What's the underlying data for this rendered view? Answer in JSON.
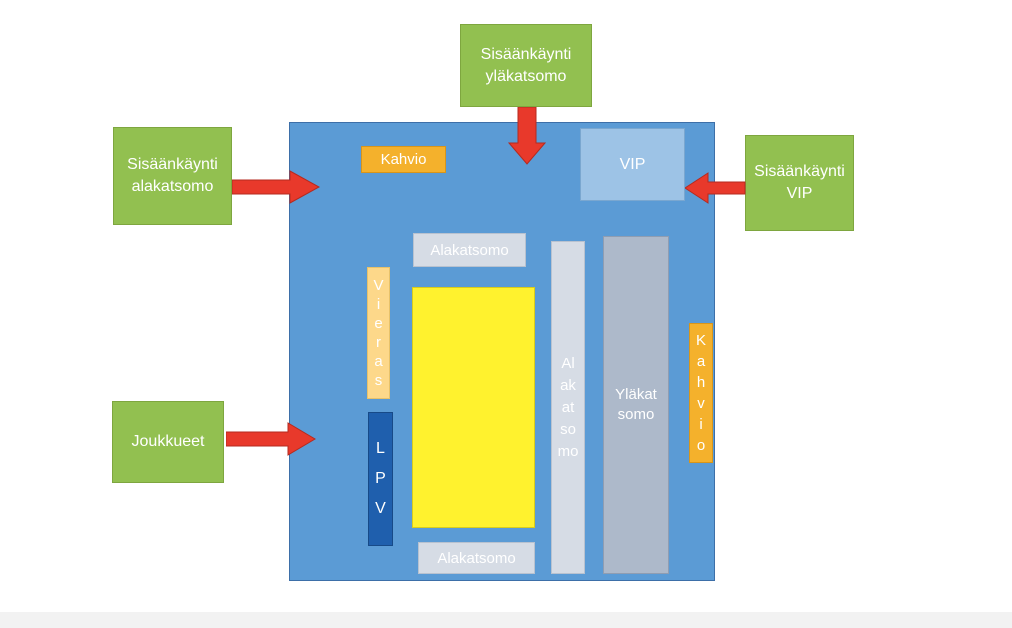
{
  "entrances": {
    "upper": [
      "Sisäänkäynti",
      "yläkatsomo"
    ],
    "lower": [
      "Sisäänkäynti",
      "alakatsomo"
    ],
    "vip": [
      "Sisäänkäynti",
      "VIP"
    ],
    "teams": "Joukkueet"
  },
  "areas": {
    "cafe_top": "Kahvio",
    "vip": "VIP",
    "lower_stand_top": "Alakatsomo",
    "lower_stand_bottom": "Alakatsomo",
    "away_bench": [
      "V",
      "i",
      "e",
      "r",
      "a",
      "s"
    ],
    "home_bench": [
      "L",
      "P",
      "V"
    ],
    "lower_stand_side": [
      "Al",
      "ak",
      "at",
      "so",
      "mo"
    ],
    "upper_stand": [
      "Yläkat",
      "somo"
    ],
    "cafe_side": [
      "K",
      "a",
      "h",
      "v",
      "i",
      "o"
    ]
  },
  "colors": {
    "arena": "#5b9bd5",
    "entrance": "#92c050",
    "arrow": "#e8392b",
    "cafe": "#f4b12c",
    "vip": "#9dc3e6",
    "lower_stand": "#d6dce5",
    "upper_stand": "#adb9ca",
    "field": "#fff22e",
    "away_bench": "#fdd88a",
    "home_bench": "#1f5fad"
  }
}
